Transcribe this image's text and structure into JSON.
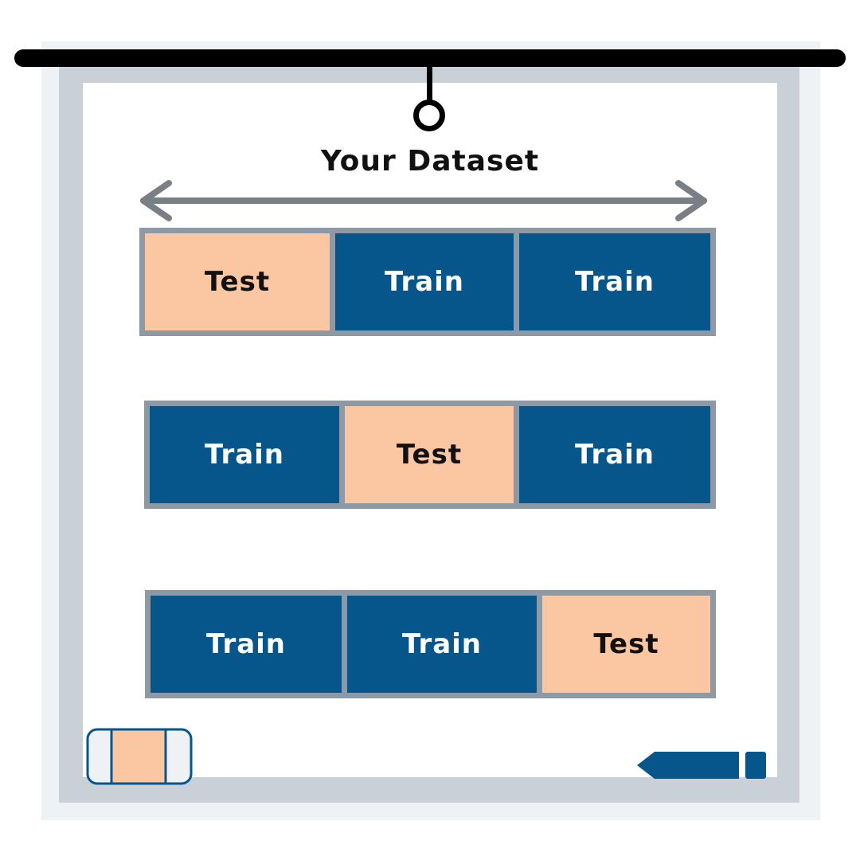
{
  "title": "Your Dataset",
  "rows": [
    {
      "cells": [
        {
          "kind": "test",
          "label": "Test"
        },
        {
          "kind": "train",
          "label": "Train"
        },
        {
          "kind": "train",
          "label": "Train"
        }
      ]
    },
    {
      "cells": [
        {
          "kind": "train",
          "label": "Train"
        },
        {
          "kind": "test",
          "label": "Test"
        },
        {
          "kind": "train",
          "label": "Train"
        }
      ]
    },
    {
      "cells": [
        {
          "kind": "train",
          "label": "Train"
        },
        {
          "kind": "train",
          "label": "Train"
        },
        {
          "kind": "test",
          "label": "Test"
        }
      ]
    }
  ],
  "colors": {
    "train": "#07568b",
    "test": "#fbc6a2",
    "frame": "#c9d0d8",
    "arrow": "#7a7f85"
  },
  "icons": {
    "arrow": "double-headed-arrow-icon",
    "eraser": "eraser-icon",
    "marker": "marker-icon"
  }
}
